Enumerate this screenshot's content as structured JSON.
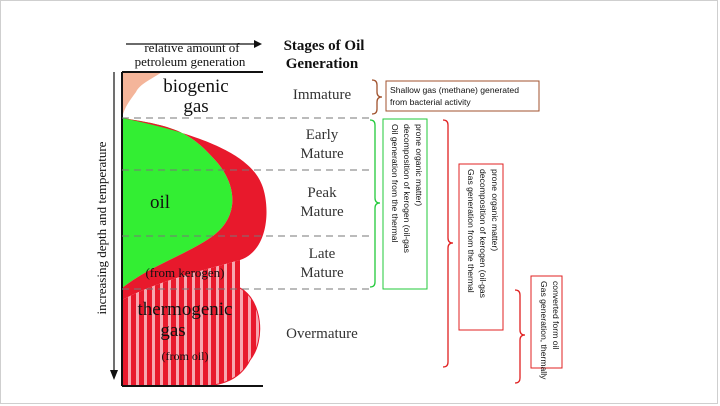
{
  "header": {
    "relative_line1": "relative amount of",
    "relative_line2": "petroleum generation",
    "stages_line1": "Stages of Oil",
    "stages_line2": "Generation"
  },
  "axis": {
    "vertical_label": "increasing depth and temperature"
  },
  "areas": {
    "biogenic_line1": "biogenic",
    "biogenic_line2": "gas",
    "oil": "oil",
    "from_kerogen": "(from kerogen)",
    "thermogenic_line1": "thermogenic",
    "thermogenic_line2": "gas",
    "from_oil": "(from oil)"
  },
  "stages": {
    "immature": "Immature",
    "early_line1": "Early",
    "early_line2": "Mature",
    "peak_line1": "Peak",
    "peak_line2": "Mature",
    "late_line1": "Late",
    "late_line2": "Mature",
    "overmature": "Overmature"
  },
  "notes": {
    "shallow_line1": "Shallow gas (methane) generated",
    "shallow_line2": "from bacterial activity",
    "oil_gen": [
      "Oil generation from the thermal",
      "decomposition of kerogen (oil-gas",
      "prone organic matter)"
    ],
    "gas_gen": [
      "Gas generation from the thermal",
      "decomposition of kerogen (oil-gas",
      "prone organic matter)"
    ],
    "thermal_gas": [
      "Gas generation, thermally",
      "converted form oil"
    ]
  },
  "colors": {
    "biogenic": "#f4b59a",
    "oil": "#33ee33",
    "gas": "#e8192c",
    "stripe": "#f7a7b0",
    "bracket_orange": "#a0522d",
    "bracket_green": "#22c93a",
    "bracket_red": "#e02020"
  }
}
